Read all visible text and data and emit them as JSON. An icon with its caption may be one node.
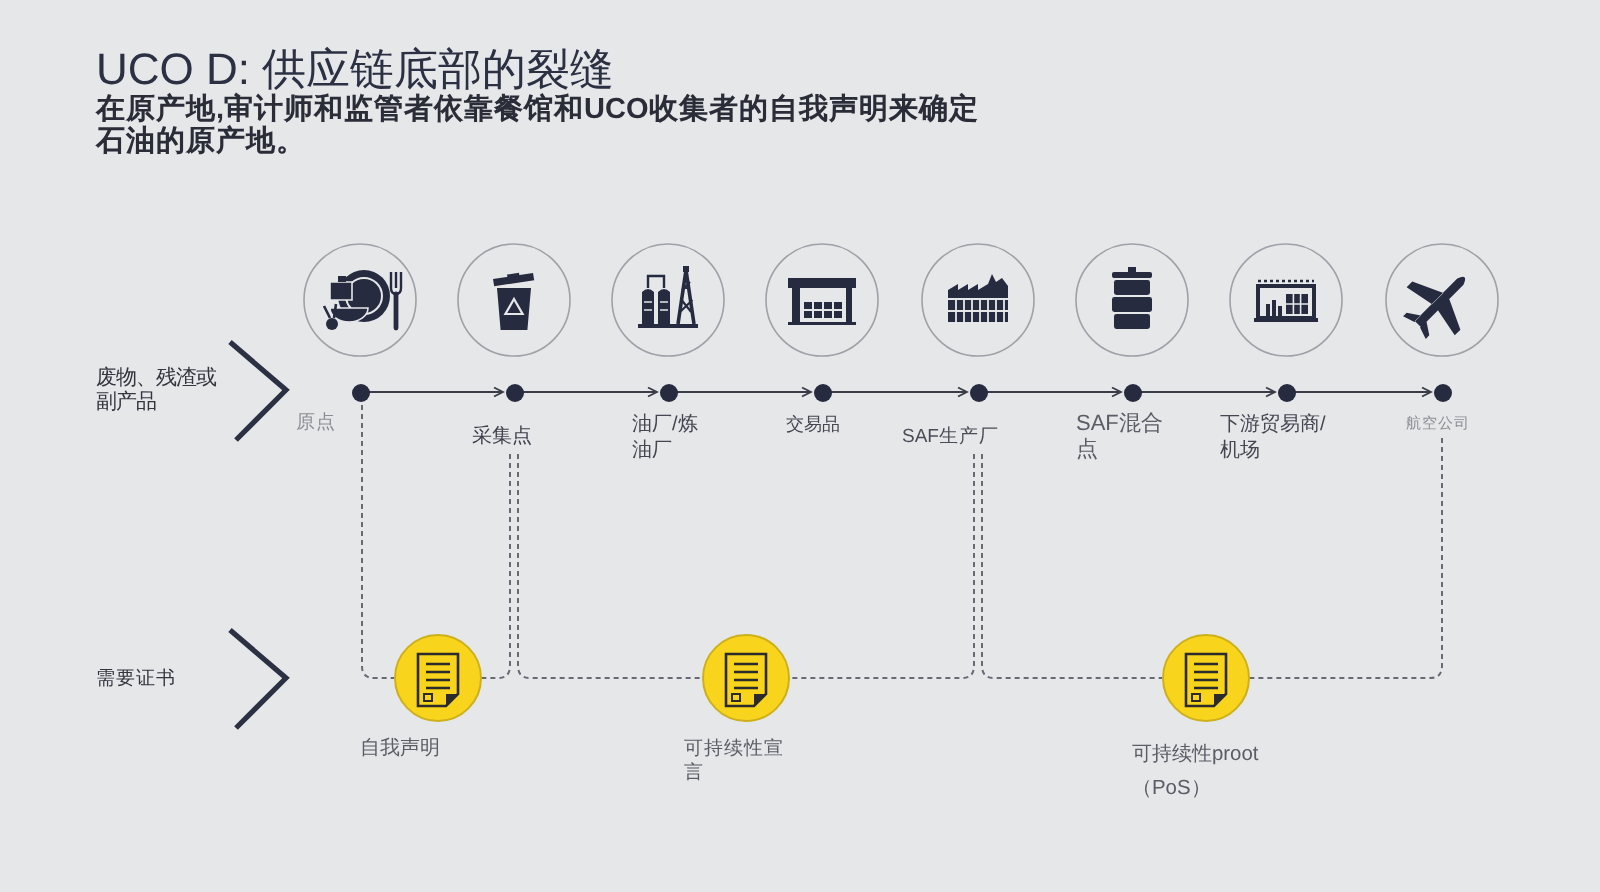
{
  "diagram": {
    "title": "UCO D: 供应链底部的裂缝",
    "nodes": [
      {
        "text": [],
        "shape": "circle",
        "beside": [
          "原点"
        ]
      },
      {
        "text": [],
        "shape": "circle"
      },
      {
        "text": [
          "采集点"
        ]
      },
      {
        "text": [],
        "shape": "circle",
        "beside": [
          "油厂/炼油厂"
        ]
      },
      {
        "text": [],
        "shape": "circle",
        "beside": [
          "交易品"
        ]
      },
      {
        "text": [],
        "shape": "circle"
      },
      {
        "text": [
          "SAF生产厂"
        ]
      },
      {
        "text": [],
        "shape": "circle",
        "beside": [
          "SAF混合点"
        ]
      },
      {
        "text": [],
        "shape": "circle",
        "beside": [
          "下游贸易商/机场"
        ]
      },
      {
        "text": [],
        "shape": "circle"
      },
      {
        "text": [
          "航空公司"
        ]
      },
      {
        "text": [],
        "shape": "circle",
        "beside": [
          "自我声明"
        ]
      },
      {
        "text": [],
        "shape": "circle",
        "beside": [
          "可持续性宣言"
        ]
      },
      {
        "text": [],
        "shape": "circle",
        "beside": [
          "可持续性proot（PoS）"
        ]
      }
    ],
    "edges": [
      {
        "from": 0,
        "to": 1,
        "arrow": "to"
      },
      {
        "from": 1,
        "to": 3,
        "arrow": "to"
      },
      {
        "from": 3,
        "to": 4,
        "arrow": "to"
      },
      {
        "from": 4,
        "to": 5,
        "arrow": "to"
      },
      {
        "from": 5,
        "to": 7,
        "arrow": "to"
      },
      {
        "from": 7,
        "to": 8,
        "arrow": "to"
      },
      {
        "from": 8,
        "to": 9,
        "arrow": "to"
      },
      {
        "from": 0,
        "to": 11,
        "arrow": "none",
        "style": "dashed"
      },
      {
        "from": 2,
        "to": 11,
        "arrow": "none",
        "style": "dashed"
      },
      {
        "from": 2,
        "to": 12,
        "arrow": "none",
        "style": "dashed"
      },
      {
        "from": 6,
        "to": 12,
        "arrow": "none",
        "style": "dashed"
      },
      {
        "from": 6,
        "to": 13,
        "arrow": "none",
        "style": "dashed"
      },
      {
        "from": 10,
        "to": 13,
        "arrow": "none",
        "style": "dashed"
      }
    ],
    "labels": [
      "在原产地,审计师和监管者依靠餐馆和UCO收集者的自我声明来确定石油的原产地。",
      "废物、残渣或副产品",
      "需要证书"
    ]
  }
}
